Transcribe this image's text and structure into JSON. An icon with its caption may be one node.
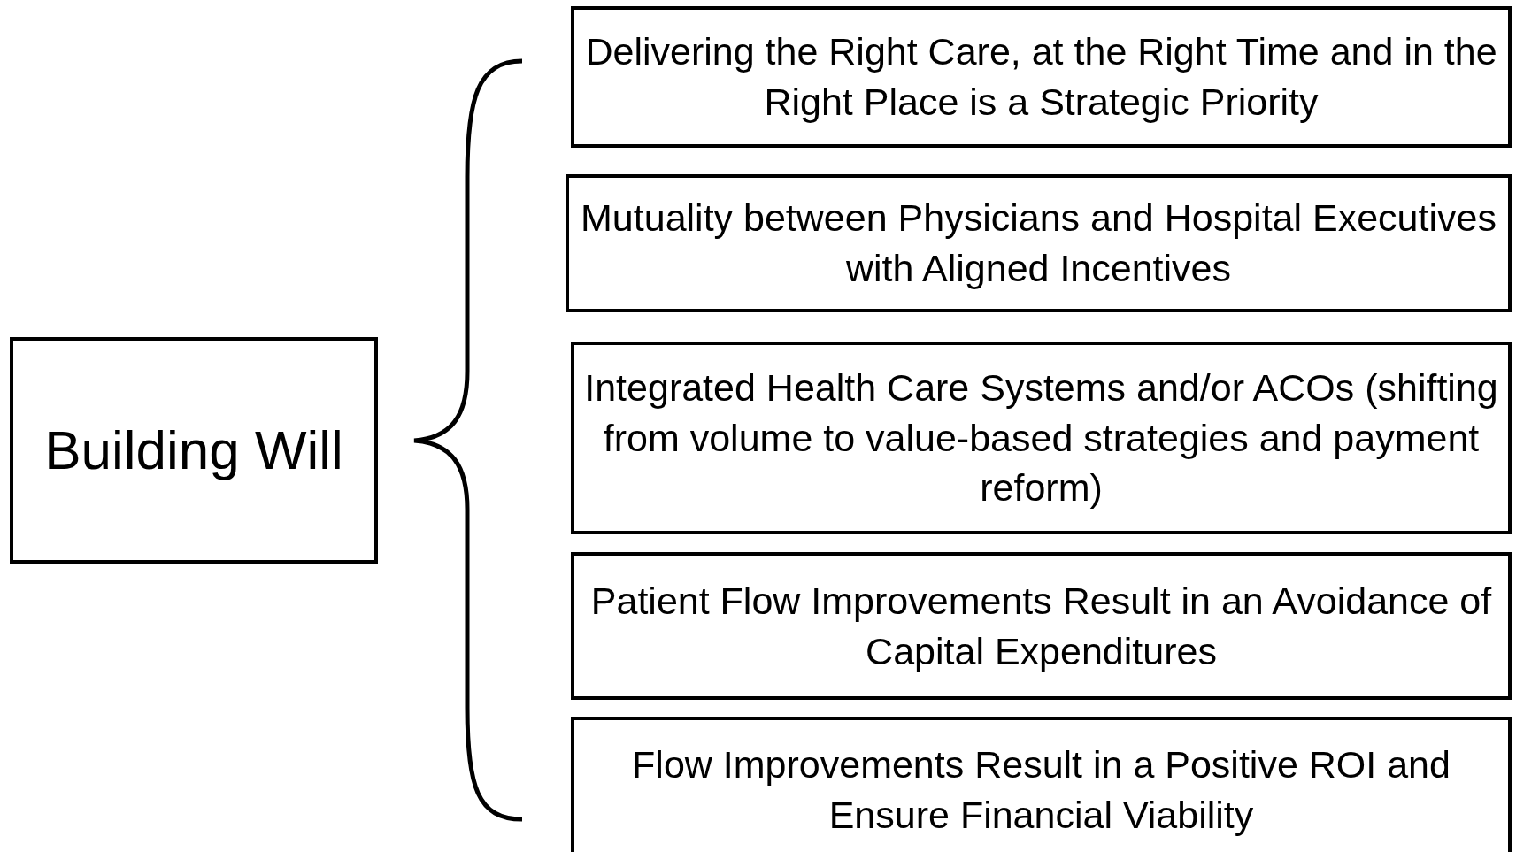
{
  "diagram": {
    "nodes": [
      {
        "text": [
          "Building Will"
        ]
      },
      {
        "text": [
          "Delivering the Right Care, at the Right Time and in the Right Place is a Strategic Priority"
        ]
      },
      {
        "text": [
          "Mutuality between Physicians and Hospital Executives with Aligned Incentives"
        ]
      },
      {
        "text": [
          "Integrated Health Care Systems and/or ACOs (shifting from volume to value-based strategies and payment reform)"
        ]
      },
      {
        "text": [
          "Patient Flow Improvements Result in an Avoidance of Capital Expenditures"
        ]
      },
      {
        "text": [
          "Flow Improvements Result in a Positive ROI and Ensure Financial Viability"
        ]
      }
    ]
  }
}
